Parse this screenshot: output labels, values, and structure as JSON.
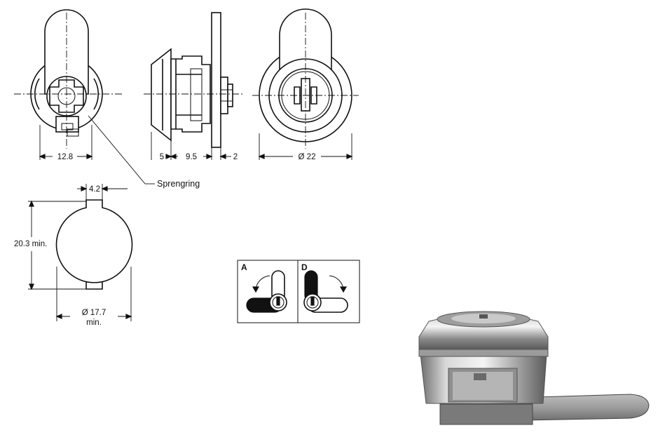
{
  "dimensions": {
    "front_width": "12.8",
    "side_a": "5",
    "side_b": "9.5",
    "side_c": "2",
    "rear_diameter": "Ø 22",
    "slot_width": "4.2",
    "cutout_height": "20.3 min.",
    "cutout_diameter_line1": "Ø 17.7",
    "cutout_diameter_line2": "min."
  },
  "callouts": {
    "retaining_ring": "Sprengring"
  },
  "rotation_panel": {
    "left_label": "A",
    "right_label": "D"
  },
  "colors": {
    "line": "#111111",
    "background": "#ffffff"
  }
}
